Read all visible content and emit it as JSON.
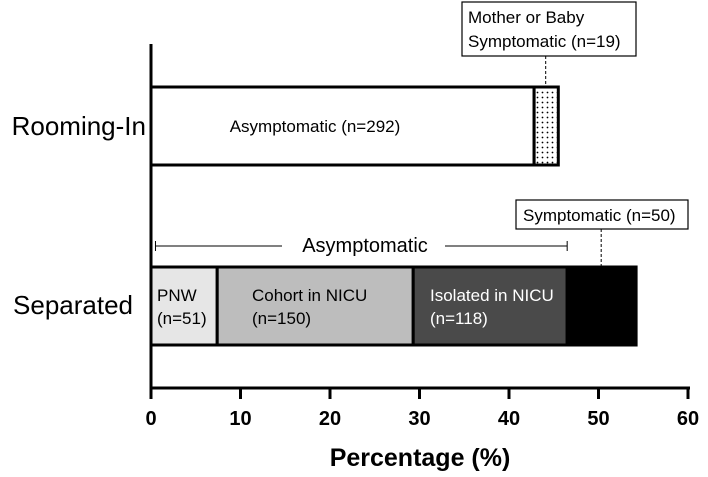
{
  "chart_data": {
    "type": "bar",
    "orientation": "horizontal",
    "stacked": true,
    "categories": [
      "Rooming-In",
      "Separated"
    ],
    "xlabel": "Percentage (%)",
    "xlim": [
      0,
      60
    ],
    "xticks": [
      0,
      10,
      20,
      30,
      40,
      50,
      60
    ],
    "grid": false,
    "colors": {
      "white": "#ffffff",
      "light_gray": "#e6e6e6",
      "mid_gray": "#bdbdbd",
      "dark_gray": "#4a4a4a",
      "black": "#000000"
    },
    "bars": [
      {
        "category": "Rooming-In",
        "segments": [
          {
            "label": "Asymptomatic (n=292)",
            "value": 42.8,
            "fill": "white",
            "pattern": "none"
          },
          {
            "label": "",
            "value": 2.7,
            "fill": "white",
            "pattern": "dots"
          }
        ]
      },
      {
        "category": "Separated",
        "segments": [
          {
            "label_lines": [
              "PNW",
              "(n=51)"
            ],
            "value": 7.4,
            "fill": "light_gray"
          },
          {
            "label_lines": [
              "Cohort in NICU",
              "(n=150)"
            ],
            "value": 21.9,
            "fill": "mid_gray"
          },
          {
            "label_lines": [
              "Isolated in NICU",
              "(n=118)"
            ],
            "value": 17.2,
            "fill": "dark_gray"
          },
          {
            "label_lines": [],
            "value": 7.7,
            "fill": "black"
          }
        ]
      }
    ],
    "annotations": {
      "rooming_callout": {
        "lines": [
          "Mother or Baby",
          "Symptomatic (n=19)"
        ],
        "points_to_x": 44.1
      },
      "separated_callout": {
        "text": "Symptomatic (n=50)",
        "points_to_x": 50.3
      },
      "bracket": {
        "text": "Asymptomatic",
        "from_x": 0.5,
        "to_x": 46.5
      }
    }
  }
}
